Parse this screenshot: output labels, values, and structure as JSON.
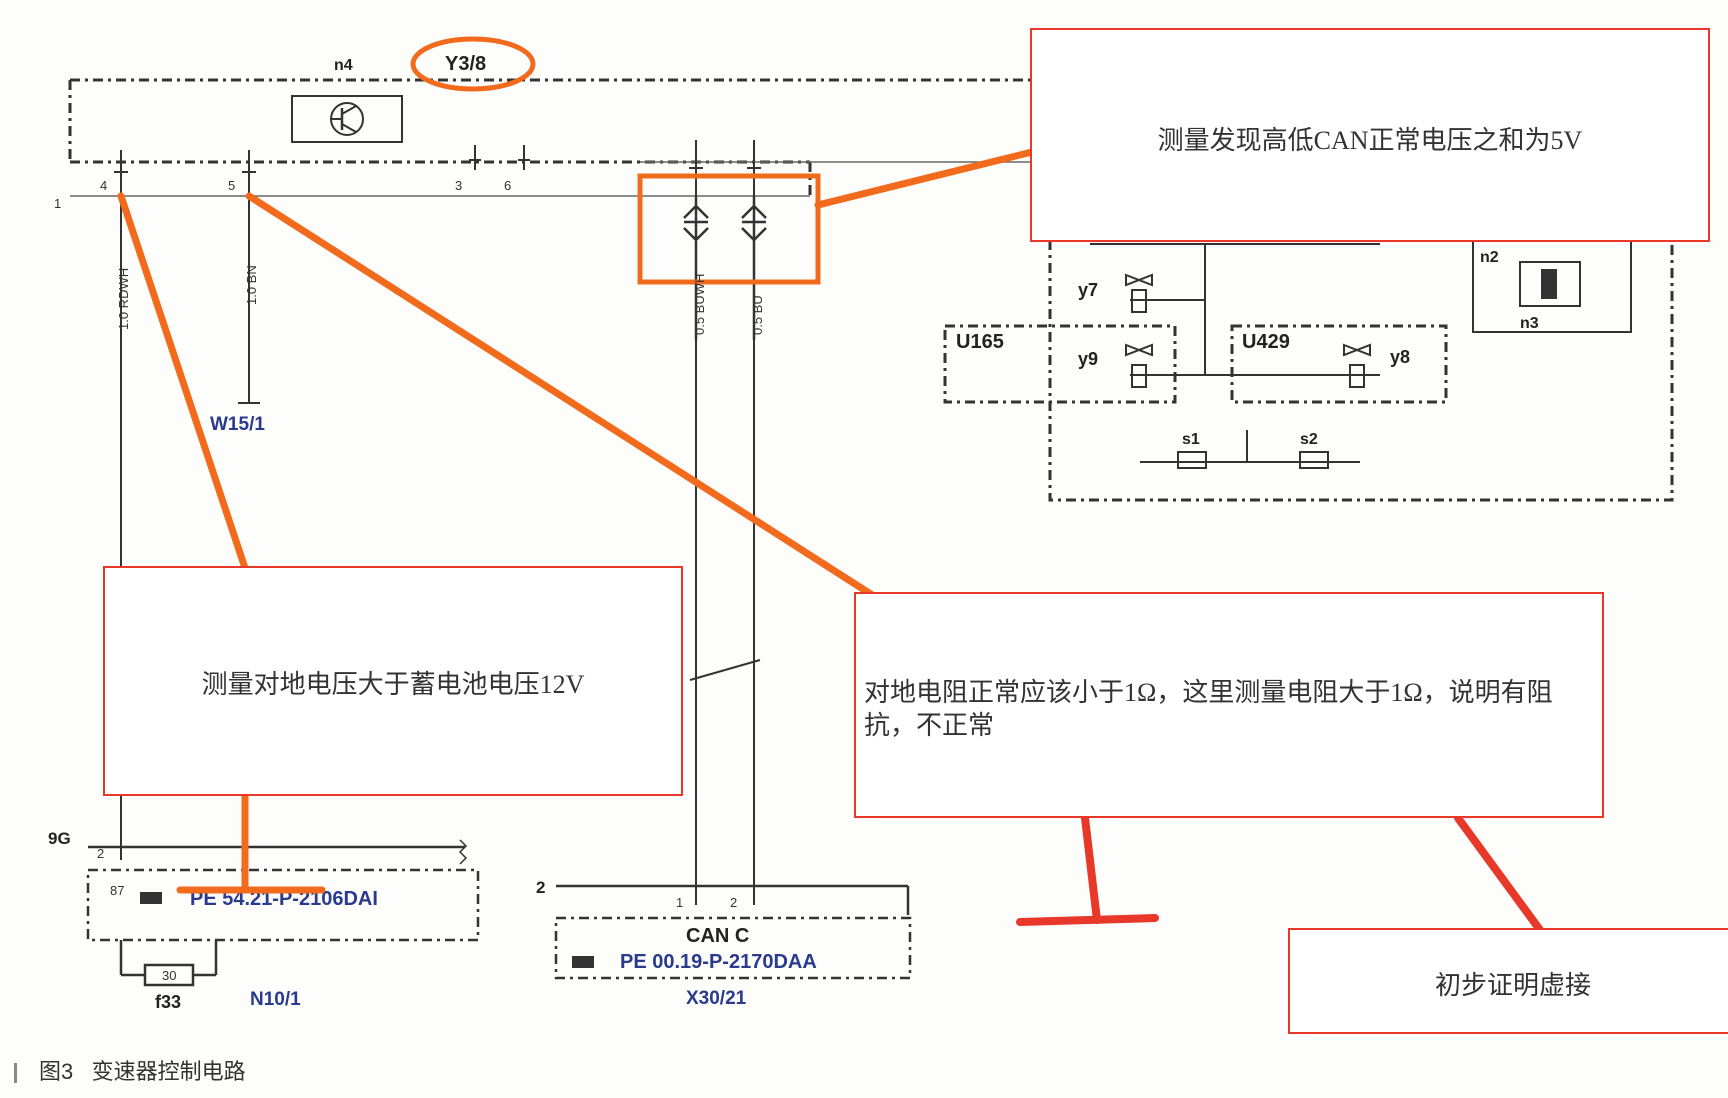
{
  "components": {
    "top_module": {
      "name": "n4",
      "id": "Y3/8"
    },
    "upper_right": {
      "u165": "U165",
      "u429": "U429",
      "n2": "n2",
      "n3": "n3",
      "y7": "y7",
      "y9": "y9",
      "y8": "y8",
      "s1": "s1",
      "s2": "s2"
    },
    "pins": {
      "row_label": "1",
      "p4": "4",
      "p5": "5",
      "p3": "3",
      "p6": "6",
      "p9g": "9G",
      "p2a": "2",
      "p87": "87",
      "p2b": "2",
      "p1c": "1",
      "p2c": "2"
    },
    "wires": {
      "w1": "1.0 RDWH",
      "w2": "1.0 BN",
      "w3": "0.5 BUWH",
      "w4": "0.5 BU"
    },
    "ground": "W15/1",
    "connector_n10": {
      "code": "PE 54.21-P-2106DAI",
      "fuse": "f33",
      "fuse_value": "30",
      "name": "N10/1"
    },
    "connector_x30": {
      "bus": "CAN C",
      "code": "PE 00.19-P-2170DAA",
      "name": "X30/21"
    }
  },
  "annotations": {
    "can_voltage": "测量发现高低CAN正常电压之和为5V",
    "ground_voltage": "测量对地电压大于蓄电池电压12V",
    "resistance": "对地电阻正常应该小于1Ω，这里测量电阻大于1Ω，说明有阻抗，不正常",
    "conclusion": "初步证明虚接"
  },
  "caption": {
    "figure": "图3",
    "title": "变速器控制电路"
  },
  "colors": {
    "highlight": "#f26a1b",
    "box_border": "#e8382a",
    "wire_label_blue": "#2a3a8c"
  }
}
